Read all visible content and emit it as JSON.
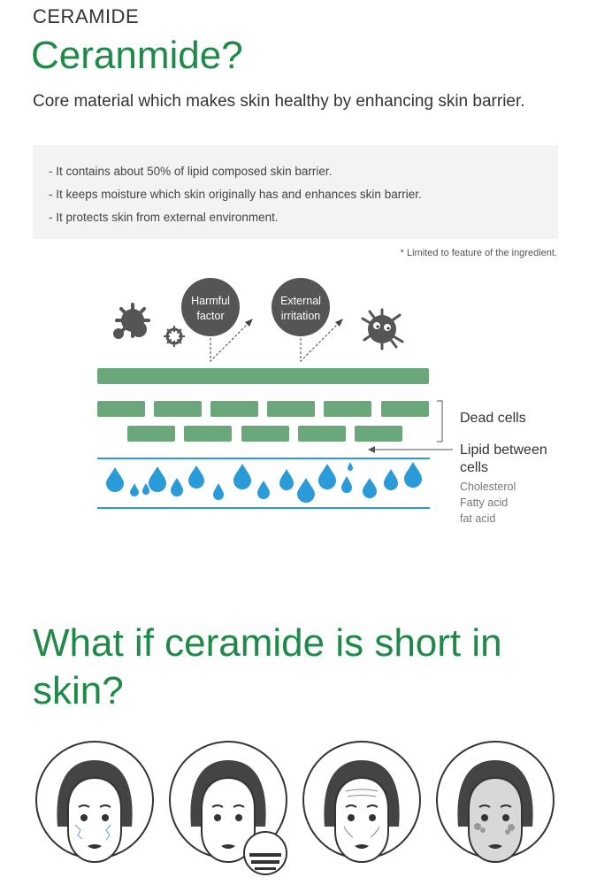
{
  "header": {
    "eyebrow": "CERAMIDE",
    "title": "Ceranmide?",
    "subtitle": "Core material which makes skin healthy by enhancing skin barrier."
  },
  "info_box": {
    "items": [
      "- It contains about 50% of lipid composed skin barrier.",
      "- It keeps moisture which skin originally has and enhances skin barrier.",
      "- It protects skin from external environment."
    ]
  },
  "footnote": "* Limited to feature of the ingredient.",
  "diagram": {
    "threat_1": [
      "Harmful",
      "factor"
    ],
    "threat_2": [
      "External",
      "irritation"
    ],
    "dead_cells_label": "Dead cells",
    "lipid_label": "Lipid between cells",
    "lipid_items": [
      "Cholesterol",
      "Fatty acid",
      "fat acid"
    ],
    "colors": {
      "cell_green": "#6aa87b",
      "water_blue": "#2a9ad8",
      "threat_grey": "#555555",
      "title_green": "#1f8a47"
    }
  },
  "section2": {
    "title": "What if ceramide is short in skin?"
  },
  "faces": [
    {
      "icon": "face-dry-cracks-icon"
    },
    {
      "icon": "face-rough-texture-icon"
    },
    {
      "icon": "face-wrinkles-icon"
    },
    {
      "icon": "face-dull-spots-icon"
    }
  ]
}
